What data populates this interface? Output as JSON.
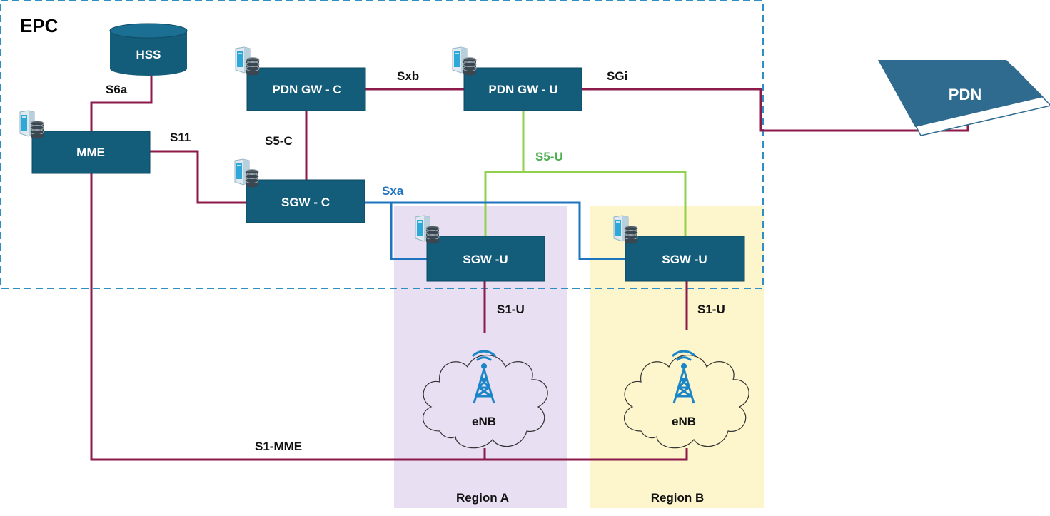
{
  "diagram": {
    "epc_title": "EPC",
    "regions": [
      {
        "id": "region-a",
        "label": "Region A"
      },
      {
        "id": "region-b",
        "label": "Region B"
      }
    ],
    "nodes": {
      "hss": "HSS",
      "mme": "MME",
      "pdn_gw_c": "PDN GW - C",
      "pdn_gw_u": "PDN GW - U",
      "sgw_c": "SGW - C",
      "sgw_u_a": "SGW -U",
      "sgw_u_b": "SGW -U",
      "pdn": "PDN",
      "enb_a": "eNB",
      "enb_b": "eNB"
    },
    "interfaces": {
      "s6a": "S6a",
      "s11": "S11",
      "sxb": "Sxb",
      "sgi": "SGi",
      "s5c": "S5-C",
      "s5u": "S5-U",
      "sxa": "Sxa",
      "s1u_a": "S1-U",
      "s1u_b": "S1-U",
      "s1mme": "S1-MME"
    },
    "colors": {
      "node_fill": "#135c7a",
      "control_link": "#8c1a4a",
      "user_plane_link": "#92d050",
      "sxa_link": "#1f74c0",
      "sxa_label": "#1f74c0",
      "s5u_label": "#4caf50",
      "epc_border": "#2f8fc4",
      "region_a_bg": "#e8dff2",
      "region_b_bg": "#fdf6cc",
      "pdn_fill": "#2f6b8f",
      "tower": "#1a86c8"
    },
    "icons": [
      "server-database-icon",
      "database-cylinder-icon",
      "cell-tower-icon",
      "cloud-icon"
    ]
  }
}
